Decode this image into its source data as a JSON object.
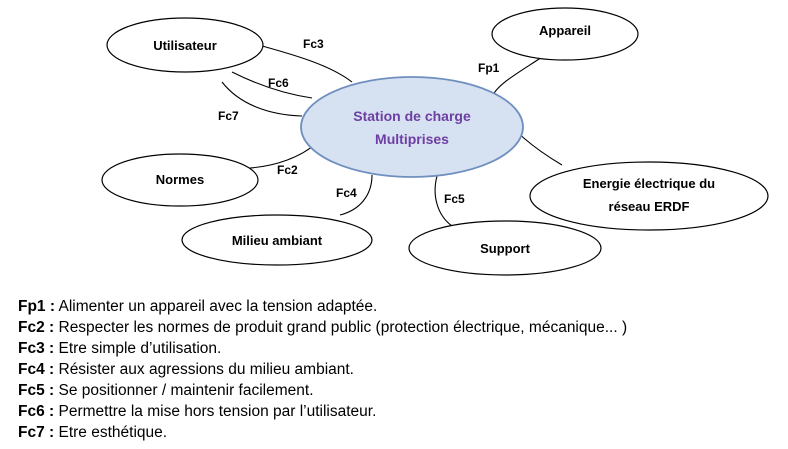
{
  "diagram": {
    "center": {
      "line1": "Station de charge",
      "line2": "Multiprises"
    },
    "nodes": {
      "utilisateur": "Utilisateur",
      "appareil": "Appareil",
      "normes": "Normes",
      "milieu": "Milieu ambiant",
      "support": "Support",
      "energie_line1": "Energie électrique du",
      "energie_line2": "réseau ERDF"
    },
    "functions": {
      "fp1": "Fp1",
      "fc2": "Fc2",
      "fc3": "Fc3",
      "fc4": "Fc4",
      "fc5": "Fc5",
      "fc6": "Fc6",
      "fc7": "Fc7"
    }
  },
  "legend": [
    {
      "code": "Fp1 :",
      "text": " Alimenter un appareil avec la tension adaptée."
    },
    {
      "code": "Fc2 :",
      "text": " Respecter les normes de produit grand public (protection électrique, mécanique... )"
    },
    {
      "code": "Fc3 :",
      "text": " Etre simple d’utilisation."
    },
    {
      "code": "Fc4 :",
      "text": " Résister aux agressions du milieu ambiant."
    },
    {
      "code": "Fc5 :",
      "text": " Se positionner / maintenir facilement."
    },
    {
      "code": "Fc6 :",
      "text": " Permettre la mise hors tension par l’utilisateur."
    },
    {
      "code": "Fc7 :",
      "text": " Etre esthétique."
    }
  ],
  "colors": {
    "center_fill": "#d6e1f1",
    "center_stroke": "#6f8fbf",
    "center_text": "#6e3fa3"
  }
}
